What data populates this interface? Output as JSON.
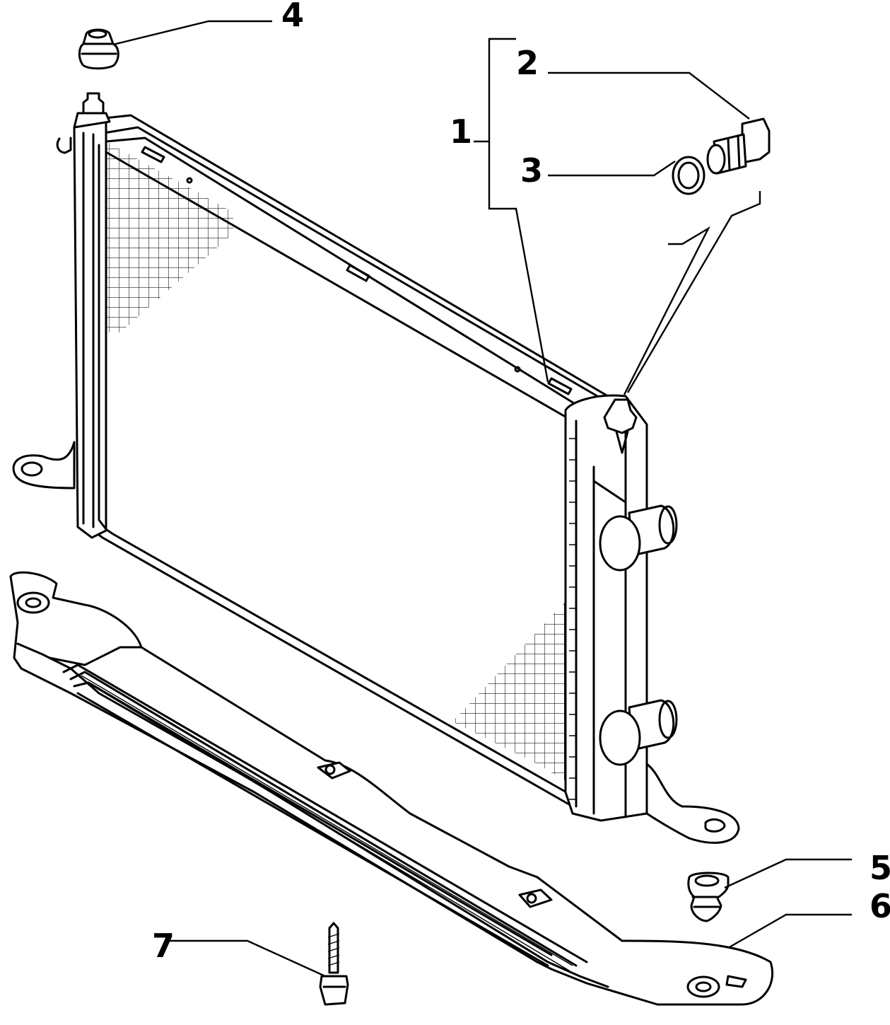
{
  "callouts": {
    "c1": "1",
    "c2": "2",
    "c3": "3",
    "c4": "4",
    "c5": "5",
    "c6": "6",
    "c7": "7"
  },
  "parts": {
    "radiator": "radiator-icon",
    "drain_plug": "drain-plug-icon",
    "o_ring": "o-ring-icon",
    "rubber_mount": "rubber-mount-icon",
    "crossmember": "crossmember-icon",
    "screw": "screw-icon"
  }
}
